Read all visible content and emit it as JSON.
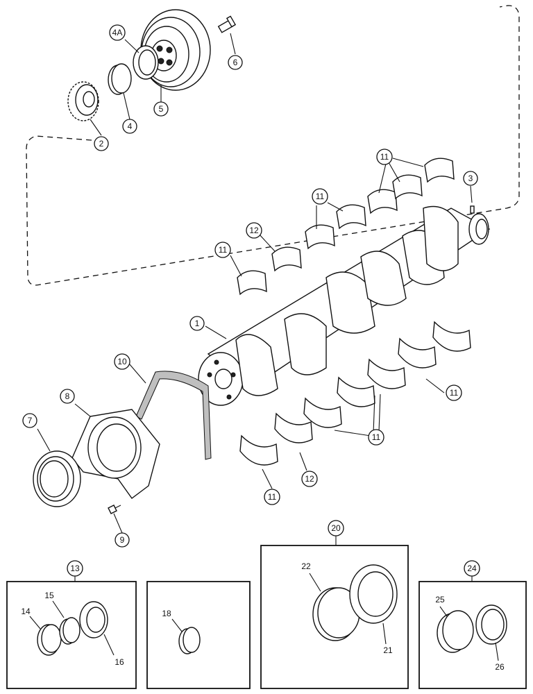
{
  "callouts": {
    "c1": "1",
    "c2": "2",
    "c3": "3",
    "c4": "4",
    "c4a": "4A",
    "c5": "5",
    "c6": "6",
    "c7": "7",
    "c8": "8",
    "c9": "9",
    "c10": "10",
    "c11": "11",
    "c12": "12",
    "c13": "13",
    "c14": "14",
    "c15": "15",
    "c16": "16",
    "c18": "18",
    "c20": "20",
    "c21": "21",
    "c22": "22",
    "c24": "24",
    "c25": "25",
    "c26": "26"
  },
  "colors": {
    "line": "#111111",
    "background": "#ffffff",
    "shade": "#bfbfbf"
  }
}
